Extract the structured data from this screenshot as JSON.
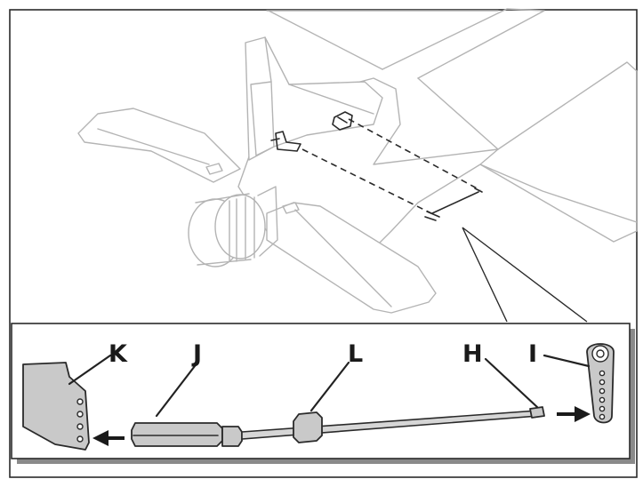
{
  "callouts": {
    "k": "K",
    "j": "J",
    "l": "L",
    "h": "H",
    "i": "I"
  },
  "colors": {
    "outline": "#b4b4b4",
    "ink": "#2a2a2a",
    "part_fill": "#c9c9c9"
  }
}
